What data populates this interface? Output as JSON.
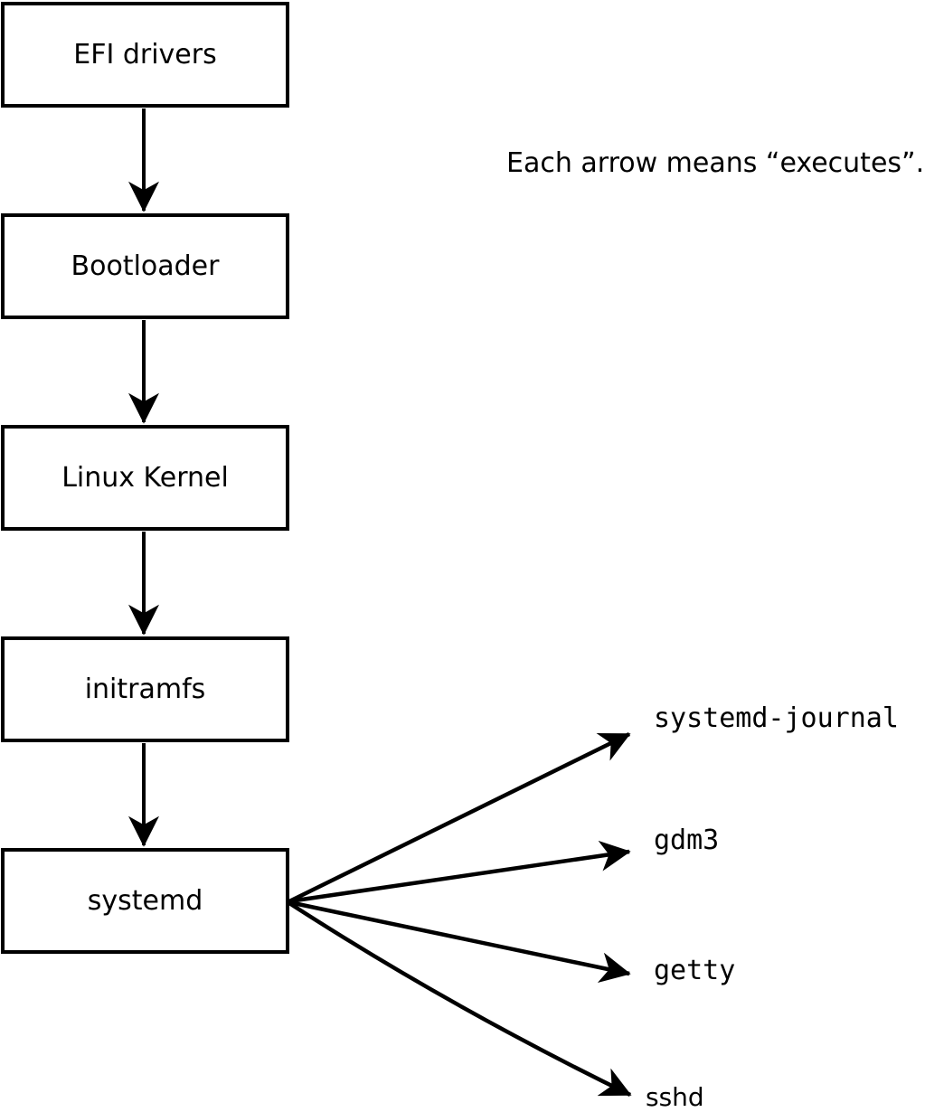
{
  "diagram": {
    "note": "Each arrow means “executes”.",
    "nodes": [
      "EFI drivers",
      "Bootloader",
      "Linux Kernel",
      "initramfs",
      "systemd"
    ],
    "spawned": [
      "systemd-journal",
      "gdm3",
      "getty",
      "sshd"
    ],
    "edges": [
      {
        "from": "EFI drivers",
        "to": "Bootloader",
        "meaning": "executes"
      },
      {
        "from": "Bootloader",
        "to": "Linux Kernel",
        "meaning": "executes"
      },
      {
        "from": "Linux Kernel",
        "to": "initramfs",
        "meaning": "executes"
      },
      {
        "from": "initramfs",
        "to": "systemd",
        "meaning": "executes"
      },
      {
        "from": "systemd",
        "to": "systemd-journal",
        "meaning": "executes"
      },
      {
        "from": "systemd",
        "to": "gdm3",
        "meaning": "executes"
      },
      {
        "from": "systemd",
        "to": "getty",
        "meaning": "executes"
      },
      {
        "from": "systemd",
        "to": "sshd",
        "meaning": "executes"
      }
    ],
    "colors": {
      "stroke": "#000000",
      "box_fill": "#ffffff",
      "background": "#ffffff"
    }
  }
}
